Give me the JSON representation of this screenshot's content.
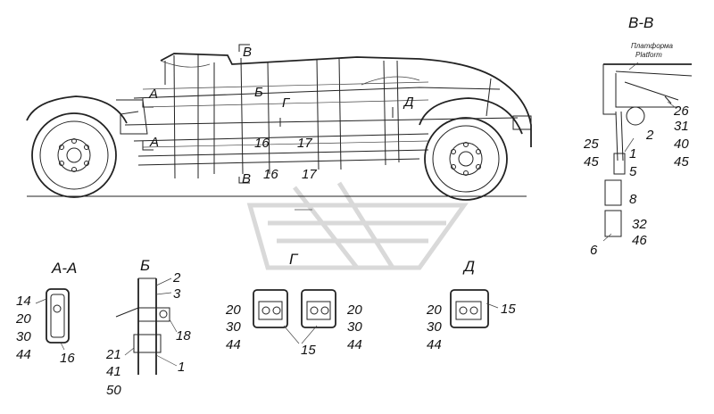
{
  "sections": {
    "vv_title": "В-В",
    "aa_title": "А-А",
    "b_title": "Б",
    "g_title": "Г",
    "d_title": "Д"
  },
  "main_view": {
    "markers": {
      "a_top": "А",
      "a_bottom": "А",
      "b": "Б",
      "v_top": "В",
      "v_bottom": "В",
      "g": "Г",
      "d": "Д"
    },
    "callouts": {
      "c16_upper": "16",
      "c17_upper": "17",
      "c16_lower": "16",
      "c17_lower": "17"
    }
  },
  "view_vv": {
    "platform_ru": "Платформа",
    "platform_en": "Platform",
    "labels": {
      "l26": "26",
      "l31": "31",
      "l40": "40",
      "l45a": "45",
      "l2": "2",
      "l25": "25",
      "l1": "1",
      "l45b": "45",
      "l5": "5",
      "l8": "8",
      "l32": "32",
      "l46": "46",
      "l6": "6"
    }
  },
  "view_aa": {
    "labels": {
      "l14": "14",
      "l20": "20",
      "l30": "30",
      "l44": "44",
      "l16": "16"
    }
  },
  "view_b": {
    "labels": {
      "l2": "2",
      "l3": "3",
      "l18": "18",
      "l21": "21",
      "l41": "41",
      "l50": "50",
      "l1": "1"
    }
  },
  "view_g": {
    "labels": {
      "l20a": "20",
      "l30a": "30",
      "l44a": "44",
      "l20b": "20",
      "l30b": "30",
      "l44b": "44",
      "l15": "15"
    }
  },
  "view_d": {
    "labels": {
      "l20": "20",
      "l30": "30",
      "l44": "44",
      "l15": "15"
    }
  }
}
